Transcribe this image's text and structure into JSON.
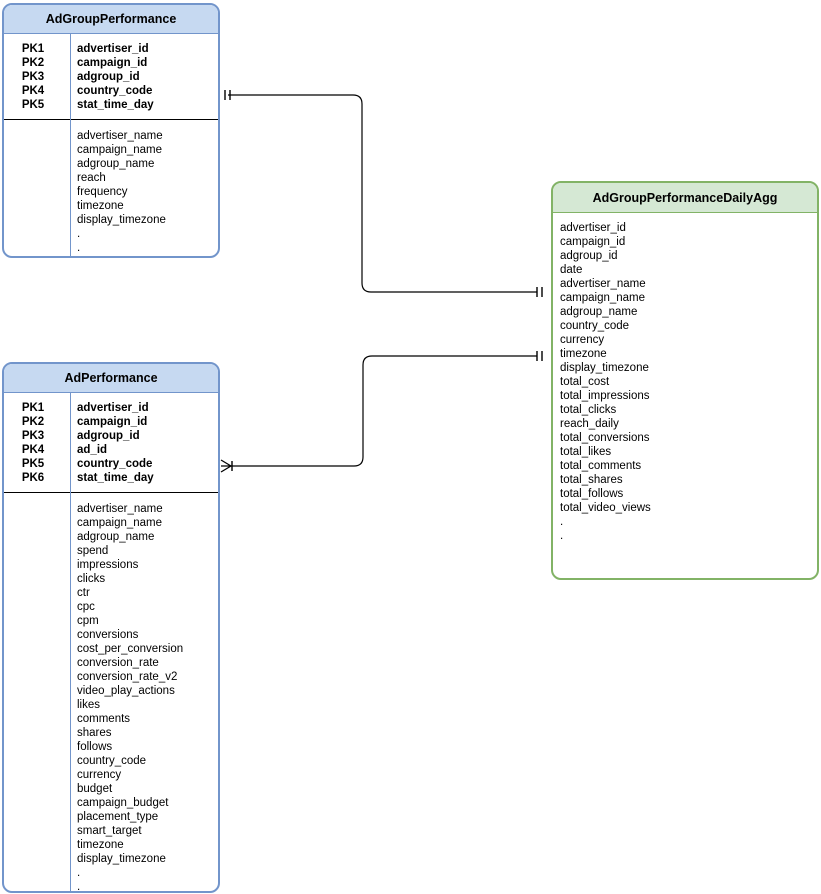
{
  "diagram": {
    "type": "er-diagram",
    "background": "#ffffff",
    "colors": {
      "blue_header_fill": "#c6d9f1",
      "blue_border": "#7295cb",
      "green_header_fill": "#d5e8d4",
      "green_border": "#82b366",
      "connector": "#000000",
      "text": "#000000"
    }
  },
  "entities": [
    {
      "id": "adgroup_performance",
      "title": "AdGroupPerformance",
      "theme": "blue",
      "primary_keys": [
        {
          "key": "PK1",
          "field": "advertiser_id"
        },
        {
          "key": "PK2",
          "field": "campaign_id"
        },
        {
          "key": "PK3",
          "field": "adgroup_id"
        },
        {
          "key": "PK4",
          "field": "country_code"
        },
        {
          "key": "PK5",
          "field": "stat_time_day"
        }
      ],
      "attributes": [
        "advertiser_name",
        "campaign_name",
        "adgroup_name",
        "reach",
        "frequency",
        "timezone",
        "display_timezone",
        ".",
        "."
      ]
    },
    {
      "id": "ad_performance",
      "title": "AdPerformance",
      "theme": "blue",
      "primary_keys": [
        {
          "key": "PK1",
          "field": "advertiser_id"
        },
        {
          "key": "PK2",
          "field": "campaign_id"
        },
        {
          "key": "PK3",
          "field": "adgroup_id"
        },
        {
          "key": "PK4",
          "field": "ad_id"
        },
        {
          "key": "PK5",
          "field": "country_code"
        },
        {
          "key": "PK6",
          "field": "stat_time_day"
        }
      ],
      "attributes": [
        "advertiser_name",
        "campaign_name",
        "adgroup_name",
        "spend",
        "impressions",
        "clicks",
        "ctr",
        "cpc",
        "cpm",
        "conversions",
        "cost_per_conversion",
        "conversion_rate",
        "conversion_rate_v2",
        "video_play_actions",
        "likes",
        "comments",
        "shares",
        "follows",
        "country_code",
        "currency",
        "budget",
        "campaign_budget",
        "placement_type",
        "smart_target",
        "timezone",
        "display_timezone",
        ".",
        "."
      ]
    },
    {
      "id": "adgroup_performance_daily_agg",
      "title": "AdGroupPerformanceDailyAgg",
      "theme": "green",
      "primary_keys": [],
      "attributes": [
        "advertiser_id",
        "campaign_id",
        "adgroup_id",
        "date",
        "advertiser_name",
        "campaign_name",
        "adgroup_name",
        "country_code",
        "currency",
        "timezone",
        "display_timezone",
        "total_cost",
        "total_impressions",
        "total_clicks",
        "reach_daily",
        "total_conversions",
        "total_likes",
        "total_comments",
        "total_shares",
        "total_follows",
        "total_video_views",
        ".",
        "."
      ]
    }
  ],
  "relationships": [
    {
      "id": "rel-adgroup-to-agg",
      "from": "adgroup_performance",
      "to": "adgroup_performance_daily_agg",
      "from_cardinality": "one-and-only-one",
      "to_cardinality": "one-and-only-one"
    },
    {
      "id": "rel-ad-to-agg",
      "from": "ad_performance",
      "to": "adgroup_performance_daily_agg",
      "from_cardinality": "many",
      "to_cardinality": "one-and-only-one"
    }
  ]
}
